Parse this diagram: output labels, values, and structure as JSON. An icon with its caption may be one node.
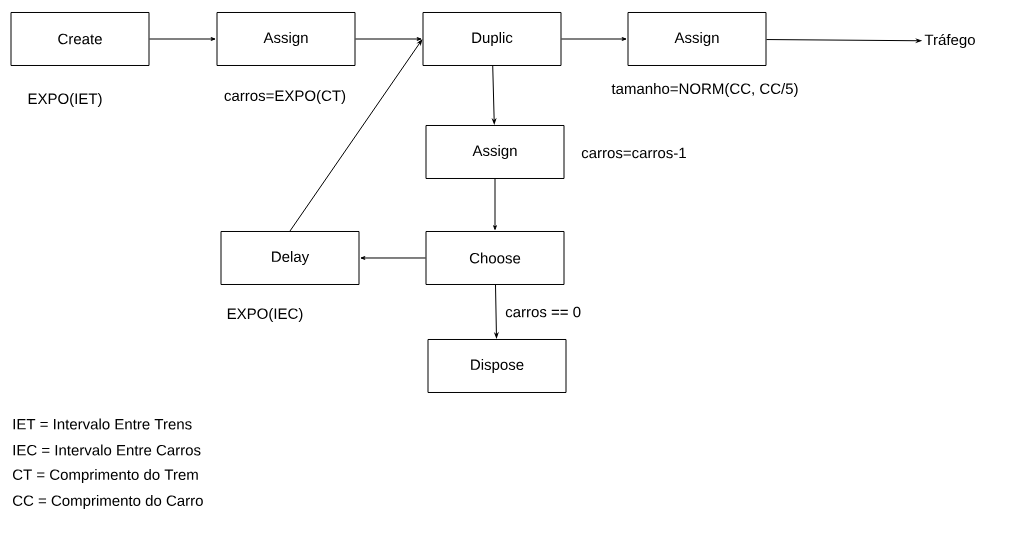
{
  "diagram": {
    "nodes": [
      {
        "text": [
          "Create"
        ],
        "beside": [
          "EXPO(IET)"
        ]
      },
      {
        "text": [
          "Assign"
        ],
        "beside": [
          "carros=EXPO(CT)"
        ]
      },
      {
        "text": [
          "Duplic"
        ]
      },
      {
        "text": [
          "Assign"
        ],
        "beside": [
          "tamanho=NORM(CC, CC/5)"
        ]
      },
      {
        "text": [
          "Tráfego"
        ]
      },
      {
        "text": [
          "Assign"
        ],
        "beside": [
          "carros=carros-1"
        ]
      },
      {
        "text": [
          "Choose"
        ]
      },
      {
        "text": [
          "Delay"
        ],
        "beside": [
          "EXPO(IEC)"
        ]
      },
      {
        "text": [
          "Dispose"
        ]
      }
    ],
    "edges": [
      {
        "from": 0,
        "to": 1,
        "arrow": "to"
      },
      {
        "from": 1,
        "to": 2,
        "arrow": "to"
      },
      {
        "from": 2,
        "to": 3,
        "arrow": "to"
      },
      {
        "from": 3,
        "to": 4,
        "arrow": "to"
      },
      {
        "from": 2,
        "to": 5,
        "arrow": "to"
      },
      {
        "from": 5,
        "to": 6,
        "arrow": "to"
      },
      {
        "from": 6,
        "to": 7,
        "arrow": "to"
      },
      {
        "from": 7,
        "to": 2,
        "arrow": "to"
      },
      {
        "from": 6,
        "to": 8,
        "arrow": "to",
        "label": "carros == 0"
      }
    ],
    "labels": [
      "IET = Intervalo Entre Trens",
      "IEC = Intervalo Entre Carros",
      "CT = Comprimento do Trem",
      "CC = Comprimento do Carro"
    ]
  }
}
